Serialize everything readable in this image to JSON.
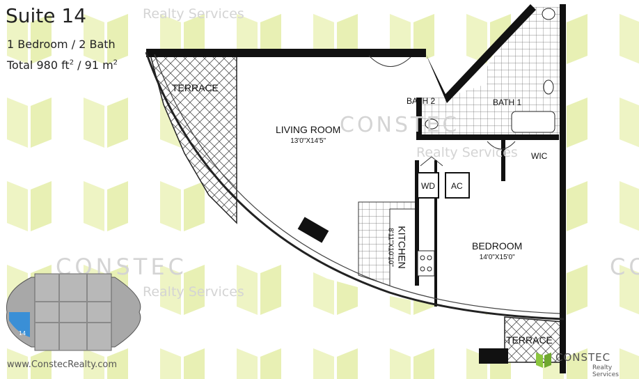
{
  "header": {
    "suite": "Suite 14",
    "bed_bath": "1 Bedroom / 2 Bath",
    "area_prefix": "Total 980 ft",
    "area_mid": " / 91 m",
    "area_sup": "2"
  },
  "watermarks": {
    "brand": "CONSTEC",
    "tagline": "Realty Services"
  },
  "rooms": {
    "terrace_top": "TERRACE",
    "living_room": "LIVING ROOM",
    "living_room_dim": "13'0\"X14'5\"",
    "bath_2": "BATH 2",
    "bath_1": "BATH 1",
    "wic": "WIC",
    "wd": "WD",
    "ac": "AC",
    "kitchen": "KITCHEN",
    "kitchen_dim": "8'11\"X10'10\"",
    "bedroom": "BEDROOM",
    "bedroom_dim": "14'0\"X15'0\"",
    "terrace_bottom": "TERRACE"
  },
  "keyplan": {
    "unit_number": "14",
    "highlight_color": "#3a8fd6"
  },
  "footer": {
    "website": "www.ConstecRealty.com",
    "logo_text": "CONSTEC",
    "logo_tagline": "Realty Services"
  },
  "colors": {
    "pattern": "#e8f1b0",
    "wall": "#111111",
    "logo_green": "#8cc63f"
  }
}
